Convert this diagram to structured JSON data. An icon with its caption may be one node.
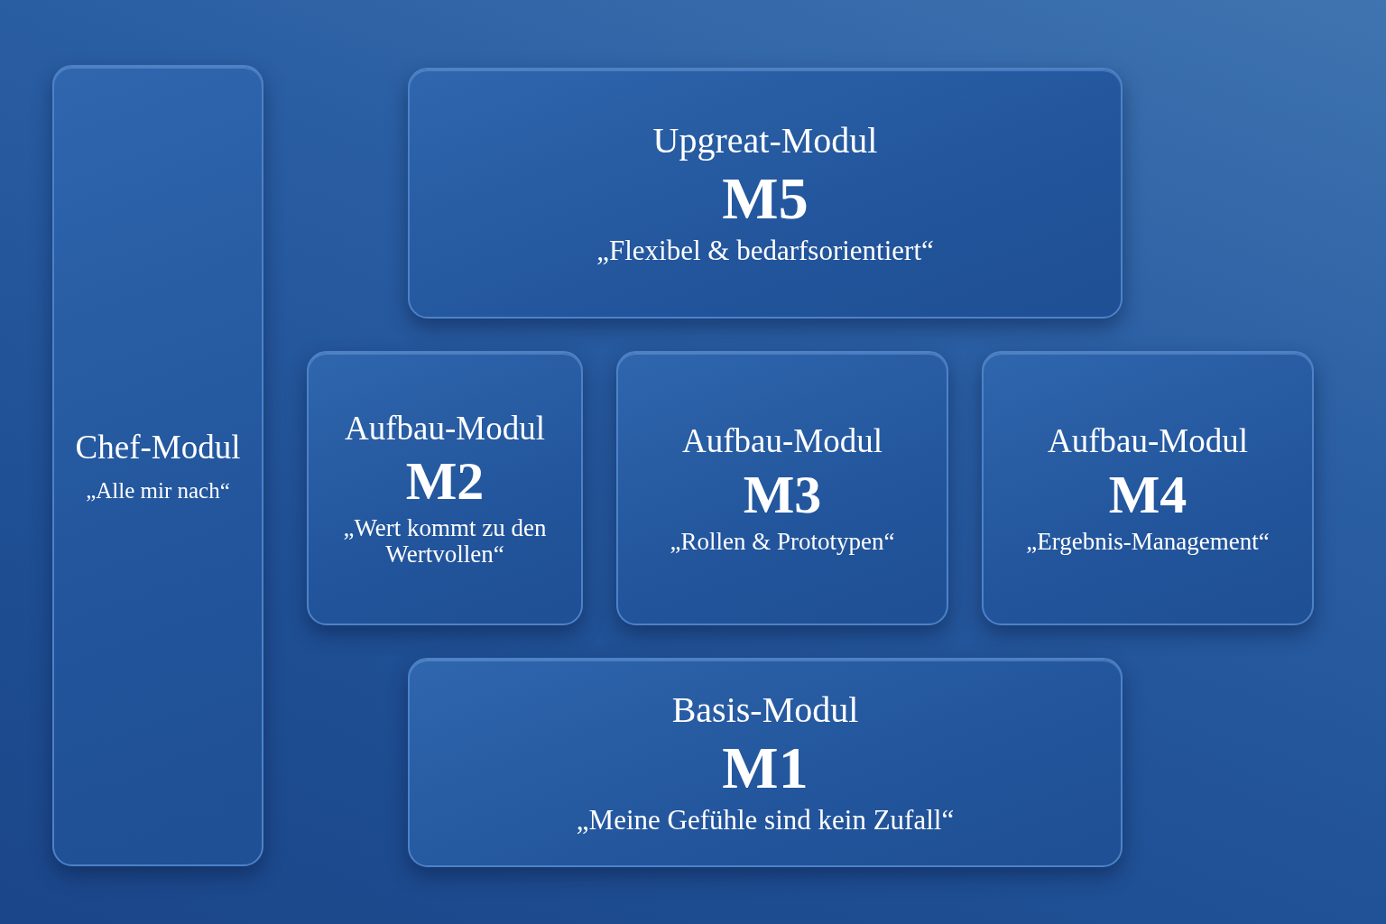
{
  "diagram": {
    "nodes": [
      {
        "text": [
          "Chef-Modul",
          "„Alle mir nach“"
        ]
      },
      {
        "text": [
          "Upgreat-Modul",
          "M5",
          "„Flexibel & bedarfsorientiert“"
        ]
      },
      {
        "text": [
          "Aufbau-Modul",
          "M2",
          "„Wert kommt zu den Wertvollen“"
        ]
      },
      {
        "text": [
          "Aufbau-Modul",
          "M3",
          "„Rollen & Prototypen“"
        ]
      },
      {
        "text": [
          "Aufbau-Modul",
          "M4",
          "„Ergebnis-Management“"
        ]
      },
      {
        "text": [
          "Basis-Modul",
          "M1",
          "„Meine Gefühle sind kein Zufall“"
        ]
      }
    ],
    "edges": []
  }
}
